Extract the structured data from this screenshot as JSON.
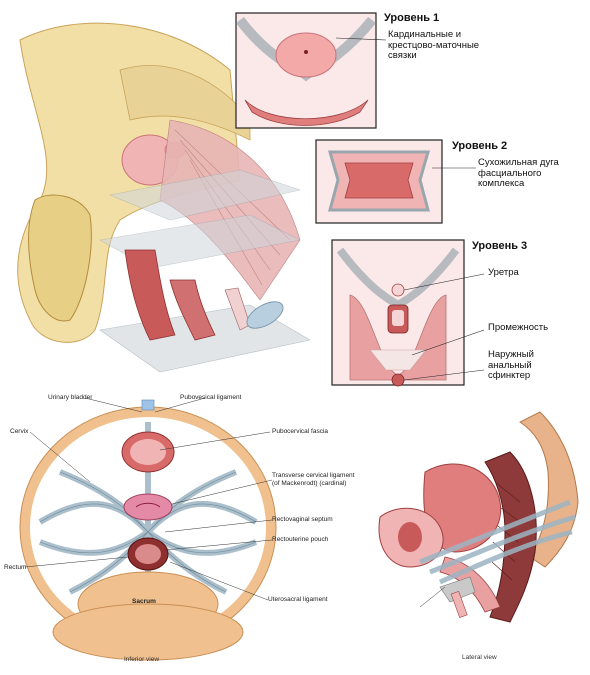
{
  "top_figure": {
    "level1": {
      "title": "Уровень 1",
      "label": "Кардинальные и крестцово-маточные связки"
    },
    "level2": {
      "title": "Уровень 2",
      "label": "Сухожильная дуга фасциального комплекса"
    },
    "level3": {
      "title": "Уровень 3",
      "labels": [
        "Уретра",
        "Промежность",
        "Наружный анальный сфинктер"
      ]
    }
  },
  "bottom_left": {
    "labels": {
      "urinary_bladder": "Urinary bladder",
      "pubovesical_ligament": "Pubovesical ligament",
      "cervix": "Cervix",
      "pubocervical_fascia": "Pubocervical fascia",
      "transverse_cervical": "Transverse cervical ligament (of Mackenrodt) (cardinal)",
      "rectovaginal_septum": "Rectovaginal septum",
      "rectouterine_pouch": "Rectouterine pouch",
      "rectum": "Rectum",
      "sacrum": "Sacrum",
      "uterosacral_ligament": "Uterosacral ligament"
    },
    "view_label": "Inferior view"
  },
  "bottom_right": {
    "view_label": "Lateral view"
  },
  "colors": {
    "bone": "#f2dfa6",
    "bone_dark": "#c9a45a",
    "muscle": "#d96a6a",
    "pink": "#f0b4b4",
    "ligament": "#9bb4c2",
    "skin": "#f0c08f"
  }
}
